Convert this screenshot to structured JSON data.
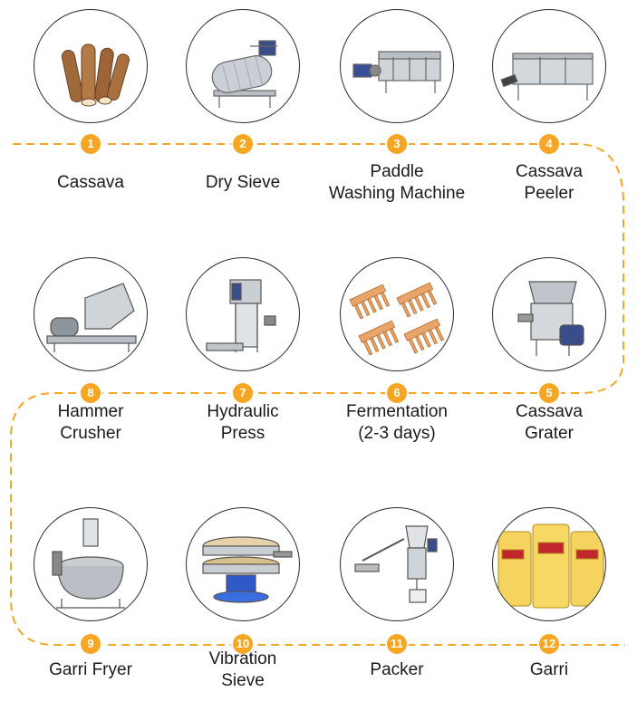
{
  "colors": {
    "accent": "#f6a623",
    "line": "#f6a623",
    "ring": "#2b2b2b"
  },
  "steps": [
    {
      "number": "1",
      "label_line1": "Cassava",
      "label_line2": "",
      "icon": "cassava-roots-icon"
    },
    {
      "number": "2",
      "label_line1": "Dry Sieve",
      "label_line2": "",
      "icon": "drum-sieve-icon"
    },
    {
      "number": "3",
      "label_line1": "Paddle",
      "label_line2": "Washing Machine",
      "icon": "washing-machine-icon"
    },
    {
      "number": "4",
      "label_line1": "Cassava",
      "label_line2": "Peeler",
      "icon": "peeler-icon"
    },
    {
      "number": "5",
      "label_line1": "Cassava",
      "label_line2": "Grater",
      "icon": "grater-icon"
    },
    {
      "number": "6",
      "label_line1": "Fermentation",
      "label_line2": "(2-3 days)",
      "icon": "wooden-racks-icon"
    },
    {
      "number": "7",
      "label_line1": "Hydraulic",
      "label_line2": "Press",
      "icon": "hydraulic-press-icon"
    },
    {
      "number": "8",
      "label_line1": "Hammer",
      "label_line2": "Crusher",
      "icon": "hammer-crusher-icon"
    },
    {
      "number": "9",
      "label_line1": "Garri Fryer",
      "label_line2": "",
      "icon": "fryer-kettle-icon"
    },
    {
      "number": "10",
      "label_line1": "Vibration",
      "label_line2": "Sieve",
      "icon": "vibration-sieve-icon"
    },
    {
      "number": "11",
      "label_line1": "Packer",
      "label_line2": "",
      "icon": "packing-machine-icon"
    },
    {
      "number": "12",
      "label_line1": "Garri",
      "label_line2": "",
      "icon": "garri-bags-icon"
    }
  ]
}
